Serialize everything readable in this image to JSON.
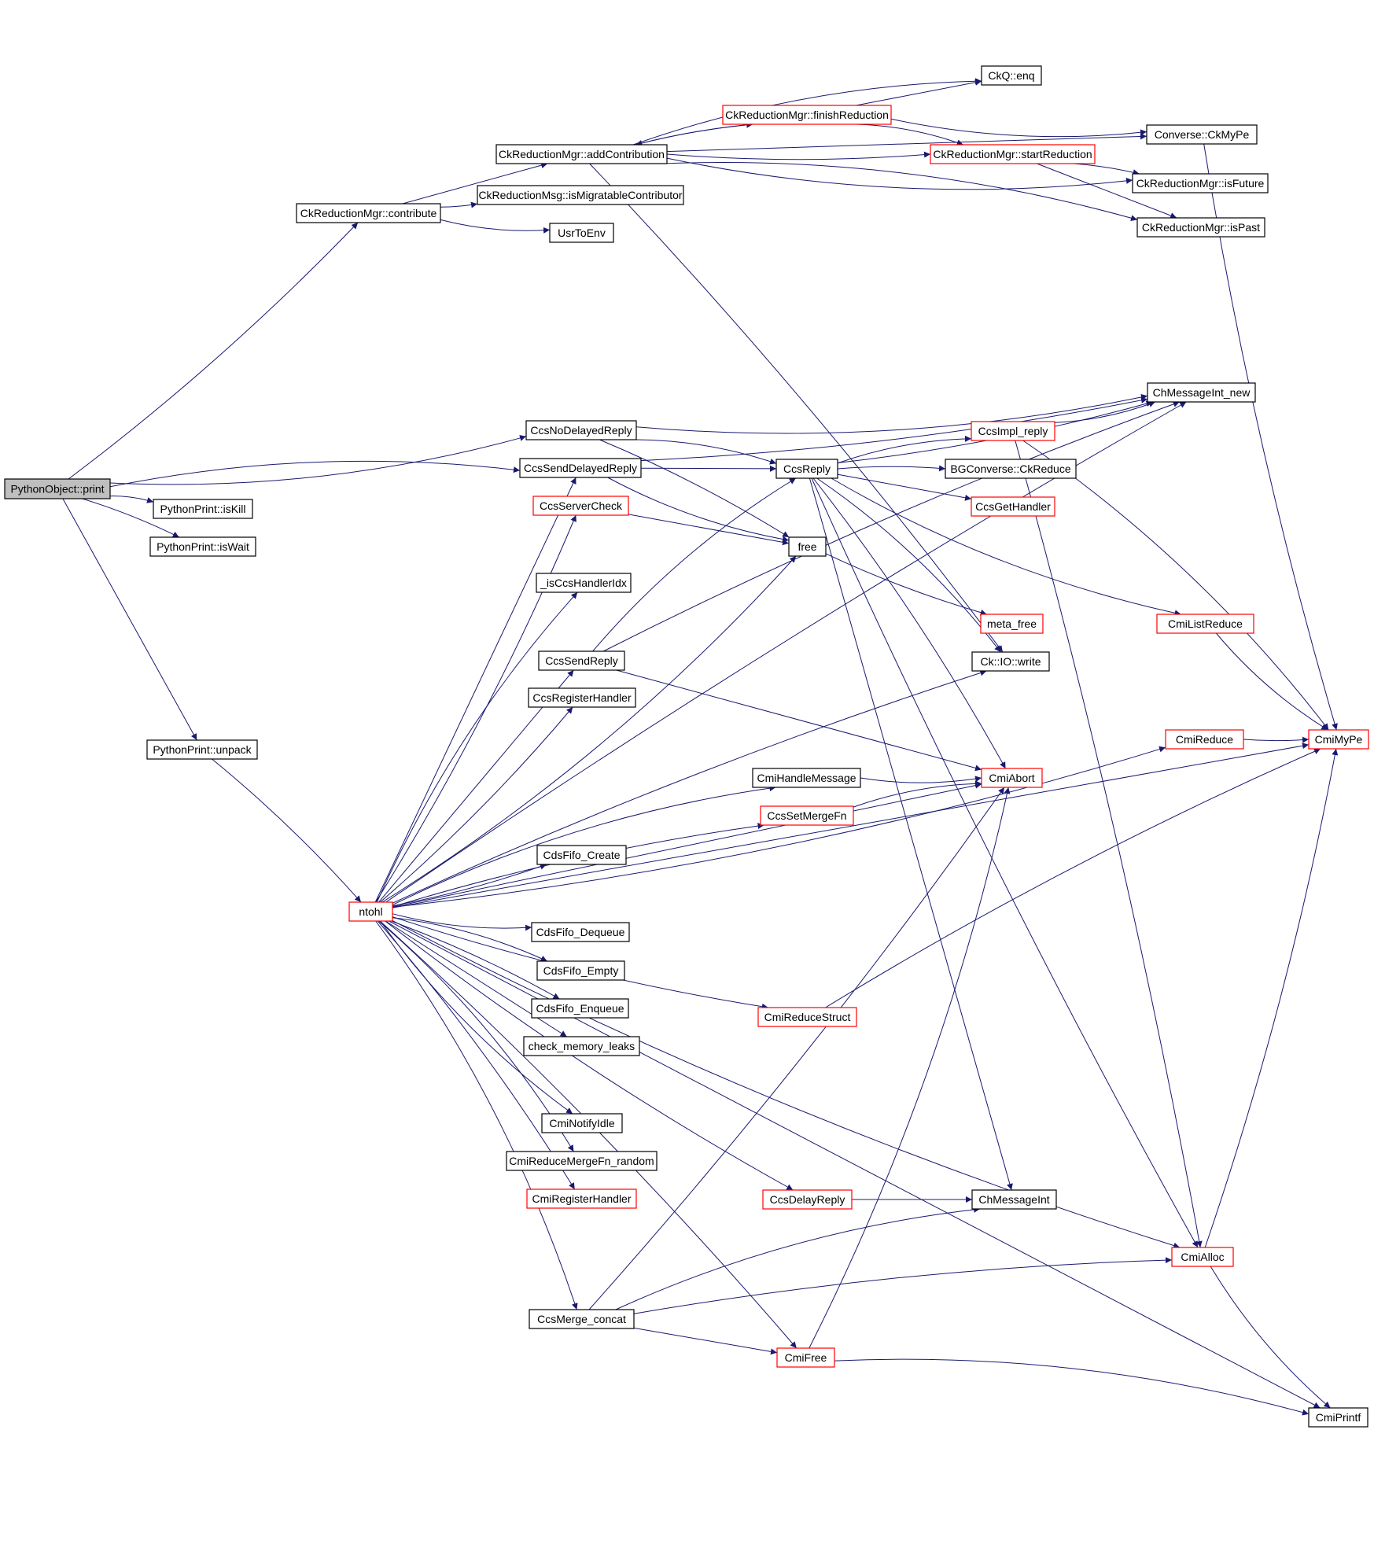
{
  "colors": {
    "edge": "#191970",
    "node_border_plain": "#000000",
    "node_border_truncated": "#ff0000",
    "root_fill": "#bfbfbf",
    "node_fill": "#ffffff"
  },
  "nodes": [
    {
      "id": "root",
      "label": "PythonObject::print",
      "kind": "root"
    },
    {
      "id": "isKill",
      "label": "PythonPrint::isKill",
      "kind": "plain"
    },
    {
      "id": "isWait",
      "label": "PythonPrint::isWait",
      "kind": "plain"
    },
    {
      "id": "unpack",
      "label": "PythonPrint::unpack",
      "kind": "plain"
    },
    {
      "id": "contribute",
      "label": "CkReductionMgr::contribute",
      "kind": "plain"
    },
    {
      "id": "addContribution",
      "label": "CkReductionMgr::addContribution",
      "kind": "plain"
    },
    {
      "id": "isMigratable",
      "label": "CkReductionMsg::isMigratableContributor",
      "kind": "plain"
    },
    {
      "id": "UsrToEnv",
      "label": "UsrToEnv",
      "kind": "plain"
    },
    {
      "id": "finishReduction",
      "label": "CkReductionMgr::finishReduction",
      "kind": "truncated"
    },
    {
      "id": "enq",
      "label": "CkQ::enq",
      "kind": "plain"
    },
    {
      "id": "CkMyPe",
      "label": "Converse::CkMyPe",
      "kind": "plain"
    },
    {
      "id": "startReduction",
      "label": "CkReductionMgr::startReduction",
      "kind": "truncated"
    },
    {
      "id": "isFuture",
      "label": "CkReductionMgr::isFuture",
      "kind": "plain"
    },
    {
      "id": "isPast",
      "label": "CkReductionMgr::isPast",
      "kind": "plain"
    },
    {
      "id": "ChMessageInt_new",
      "label": "ChMessageInt_new",
      "kind": "plain"
    },
    {
      "id": "CcsNoDelayedReply",
      "label": "CcsNoDelayedReply",
      "kind": "plain"
    },
    {
      "id": "CcsSendDelayedReply",
      "label": "CcsSendDelayedReply",
      "kind": "plain"
    },
    {
      "id": "CcsReply",
      "label": "CcsReply",
      "kind": "plain"
    },
    {
      "id": "CcsImpl_reply",
      "label": "CcsImpl_reply",
      "kind": "truncated"
    },
    {
      "id": "CkReduce",
      "label": "BGConverse::CkReduce",
      "kind": "plain"
    },
    {
      "id": "CcsGetHandler",
      "label": "CcsGetHandler",
      "kind": "truncated"
    },
    {
      "id": "CcsServerCheck",
      "label": "CcsServerCheck",
      "kind": "truncated"
    },
    {
      "id": "free",
      "label": "free",
      "kind": "plain"
    },
    {
      "id": "isCcsHandlerIdx",
      "label": "_isCcsHandlerIdx",
      "kind": "plain"
    },
    {
      "id": "meta_free",
      "label": "meta_free",
      "kind": "truncated"
    },
    {
      "id": "CmiListReduce",
      "label": "CmiListReduce",
      "kind": "truncated"
    },
    {
      "id": "CkIOwrite",
      "label": "Ck::IO::write",
      "kind": "plain"
    },
    {
      "id": "CcsSendReply",
      "label": "CcsSendReply",
      "kind": "plain"
    },
    {
      "id": "CcsRegisterHandler",
      "label": "CcsRegisterHandler",
      "kind": "plain"
    },
    {
      "id": "CmiReduce",
      "label": "CmiReduce",
      "kind": "truncated"
    },
    {
      "id": "CmiMyPe",
      "label": "CmiMyPe",
      "kind": "truncated"
    },
    {
      "id": "CmiHandleMessage",
      "label": "CmiHandleMessage",
      "kind": "plain"
    },
    {
      "id": "CmiAbort",
      "label": "CmiAbort",
      "kind": "truncated"
    },
    {
      "id": "CcsSetMergeFn",
      "label": "CcsSetMergeFn",
      "kind": "truncated"
    },
    {
      "id": "CdsFifo_Create",
      "label": "CdsFifo_Create",
      "kind": "plain"
    },
    {
      "id": "ntohl",
      "label": "ntohl",
      "kind": "truncated"
    },
    {
      "id": "CdsFifo_Dequeue",
      "label": "CdsFifo_Dequeue",
      "kind": "plain"
    },
    {
      "id": "CdsFifo_Empty",
      "label": "CdsFifo_Empty",
      "kind": "plain"
    },
    {
      "id": "CdsFifo_Enqueue",
      "label": "CdsFifo_Enqueue",
      "kind": "plain"
    },
    {
      "id": "CmiReduceStruct",
      "label": "CmiReduceStruct",
      "kind": "truncated"
    },
    {
      "id": "check_memory_leaks",
      "label": "check_memory_leaks",
      "kind": "plain"
    },
    {
      "id": "CmiNotifyIdle",
      "label": "CmiNotifyIdle",
      "kind": "plain"
    },
    {
      "id": "CmiReduceMergeFn_random",
      "label": "CmiReduceMergeFn_random",
      "kind": "plain"
    },
    {
      "id": "CmiRegisterHandler",
      "label": "CmiRegisterHandler",
      "kind": "truncated"
    },
    {
      "id": "CcsDelayReply",
      "label": "CcsDelayReply",
      "kind": "truncated"
    },
    {
      "id": "ChMessageInt",
      "label": "ChMessageInt",
      "kind": "plain"
    },
    {
      "id": "CmiAlloc",
      "label": "CmiAlloc",
      "kind": "truncated"
    },
    {
      "id": "CcsMerge_concat",
      "label": "CcsMerge_concat",
      "kind": "plain"
    },
    {
      "id": "CmiFree",
      "label": "CmiFree",
      "kind": "truncated"
    },
    {
      "id": "CmiPrintf",
      "label": "CmiPrintf",
      "kind": "plain"
    }
  ],
  "edges": [
    [
      "root",
      "isKill"
    ],
    [
      "root",
      "isWait"
    ],
    [
      "root",
      "unpack"
    ],
    [
      "root",
      "contribute"
    ],
    [
      "root",
      "CcsNoDelayedReply"
    ],
    [
      "root",
      "CcsSendDelayedReply"
    ],
    [
      "unpack",
      "ntohl"
    ],
    [
      "contribute",
      "addContribution"
    ],
    [
      "contribute",
      "isMigratable"
    ],
    [
      "contribute",
      "UsrToEnv"
    ],
    [
      "addContribution",
      "enq"
    ],
    [
      "addContribution",
      "finishReduction"
    ],
    [
      "addContribution",
      "CkMyPe"
    ],
    [
      "addContribution",
      "startReduction"
    ],
    [
      "addContribution",
      "isFuture"
    ],
    [
      "addContribution",
      "isPast"
    ],
    [
      "addContribution",
      "CkIOwrite"
    ],
    [
      "finishReduction",
      "enq"
    ],
    [
      "finishReduction",
      "addContribution"
    ],
    [
      "finishReduction",
      "CkMyPe"
    ],
    [
      "finishReduction",
      "startReduction"
    ],
    [
      "startReduction",
      "isFuture"
    ],
    [
      "startReduction",
      "isPast"
    ],
    [
      "CkMyPe",
      "CmiMyPe"
    ],
    [
      "CcsNoDelayedReply",
      "ChMessageInt_new"
    ],
    [
      "CcsNoDelayedReply",
      "CcsReply"
    ],
    [
      "CcsNoDelayedReply",
      "free"
    ],
    [
      "CcsSendDelayedReply",
      "CcsReply"
    ],
    [
      "CcsSendDelayedReply",
      "ChMessageInt_new"
    ],
    [
      "CcsSendDelayedReply",
      "free"
    ],
    [
      "CcsReply",
      "CcsImpl_reply"
    ],
    [
      "CcsReply",
      "CkReduce"
    ],
    [
      "CcsReply",
      "CcsGetHandler"
    ],
    [
      "CcsReply",
      "ChMessageInt_new"
    ],
    [
      "CcsReply",
      "CmiListReduce"
    ],
    [
      "CcsReply",
      "CkIOwrite"
    ],
    [
      "CcsReply",
      "CmiAbort"
    ],
    [
      "CcsReply",
      "ChMessageInt"
    ],
    [
      "CcsReply",
      "CmiAlloc"
    ],
    [
      "CcsImpl_reply",
      "ChMessageInt_new"
    ],
    [
      "CcsImpl_reply",
      "CmiMyPe"
    ],
    [
      "CcsImpl_reply",
      "CmiAlloc"
    ],
    [
      "CcsServerCheck",
      "free"
    ],
    [
      "free",
      "meta_free"
    ],
    [
      "CmiListReduce",
      "CmiMyPe"
    ],
    [
      "CcsSendReply",
      "CcsReply"
    ],
    [
      "CcsSendReply",
      "ChMessageInt_new"
    ],
    [
      "CcsSendReply",
      "CmiAbort"
    ],
    [
      "CmiReduce",
      "CmiMyPe"
    ],
    [
      "CmiHandleMessage",
      "CmiAbort"
    ],
    [
      "CcsSetMergeFn",
      "CmiAbort"
    ],
    [
      "CmiReduceStruct",
      "CmiMyPe"
    ],
    [
      "CcsDelayReply",
      "ChMessageInt"
    ],
    [
      "CmiAlloc",
      "CmiMyPe"
    ],
    [
      "CmiAlloc",
      "CmiPrintf"
    ],
    [
      "CcsMerge_concat",
      "ChMessageInt"
    ],
    [
      "CcsMerge_concat",
      "CmiAlloc"
    ],
    [
      "CcsMerge_concat",
      "CmiFree"
    ],
    [
      "CcsMerge_concat",
      "CmiAbort"
    ],
    [
      "CmiFree",
      "CmiAbort"
    ],
    [
      "CmiFree",
      "CmiPrintf"
    ],
    [
      "ntohl",
      "ChMessageInt_new"
    ],
    [
      "ntohl",
      "CcsSendDelayedReply"
    ],
    [
      "ntohl",
      "CcsServerCheck"
    ],
    [
      "ntohl",
      "free"
    ],
    [
      "ntohl",
      "isCcsHandlerIdx"
    ],
    [
      "ntohl",
      "CkIOwrite"
    ],
    [
      "ntohl",
      "CcsSendReply"
    ],
    [
      "ntohl",
      "CcsRegisterHandler"
    ],
    [
      "ntohl",
      "CmiReduce"
    ],
    [
      "ntohl",
      "CmiHandleMessage"
    ],
    [
      "ntohl",
      "CcsSetMergeFn"
    ],
    [
      "ntohl",
      "CmiAbort"
    ],
    [
      "ntohl",
      "CdsFifo_Create"
    ],
    [
      "ntohl",
      "CdsFifo_Dequeue"
    ],
    [
      "ntohl",
      "CdsFifo_Empty"
    ],
    [
      "ntohl",
      "CdsFifo_Enqueue"
    ],
    [
      "ntohl",
      "check_memory_leaks"
    ],
    [
      "ntohl",
      "CmiReduceStruct"
    ],
    [
      "ntohl",
      "CmiNotifyIdle"
    ],
    [
      "ntohl",
      "CmiReduceMergeFn_random"
    ],
    [
      "ntohl",
      "CmiRegisterHandler"
    ],
    [
      "ntohl",
      "CmiMyPe"
    ],
    [
      "ntohl",
      "CcsDelayReply"
    ],
    [
      "ntohl",
      "CmiAlloc"
    ],
    [
      "ntohl",
      "CcsMerge_concat"
    ],
    [
      "ntohl",
      "CmiFree"
    ],
    [
      "ntohl",
      "CmiPrintf"
    ]
  ]
}
